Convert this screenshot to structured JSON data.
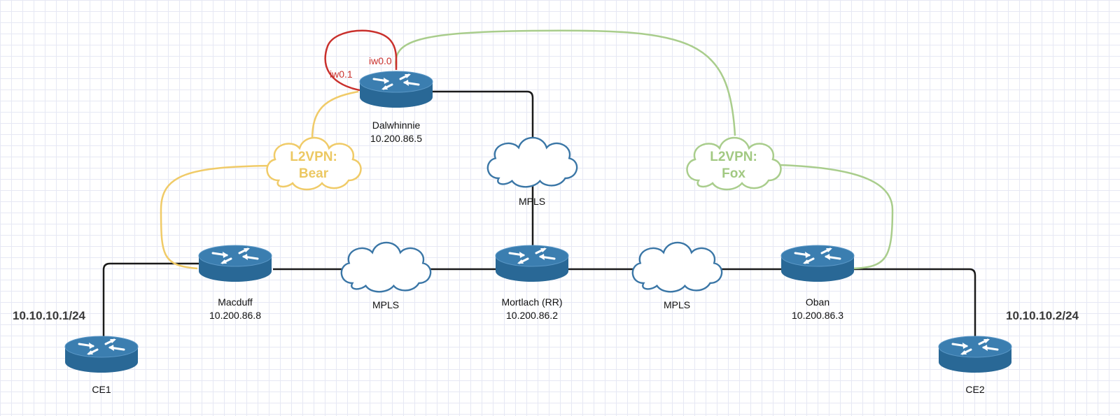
{
  "colors": {
    "router_top": "#3b7eb0",
    "router_body": "#296896",
    "wire": "#1a1a1a",
    "bear": "#f0cb68",
    "fox": "#a9cd8c",
    "loop": "#c9302c",
    "cloud_stroke": "#3a76a6"
  },
  "routers": {
    "dalwhinnie": {
      "name": "Dalwhinnie",
      "ip": "10.200.86.5"
    },
    "macduff": {
      "name": "Macduff",
      "ip": "10.200.86.8"
    },
    "mortlach": {
      "name": "Mortlach (RR)",
      "ip": "10.200.86.2"
    },
    "oban": {
      "name": "Oban",
      "ip": "10.200.86.3"
    },
    "ce1": {
      "name": "CE1"
    },
    "ce2": {
      "name": "CE2"
    }
  },
  "subnets": {
    "left": "10.10.10.1/24",
    "right": "10.10.10.2/24"
  },
  "clouds": {
    "mpls_top": "MPLS",
    "mpls_left": "MPLS",
    "mpls_right": "MPLS",
    "bear_line1": "L2VPN:",
    "bear_line2": "Bear",
    "fox_line1": "L2VPN:",
    "fox_line2": "Fox"
  },
  "interfaces": {
    "iw00": "iw0.0",
    "iw01": "iw0.1"
  }
}
